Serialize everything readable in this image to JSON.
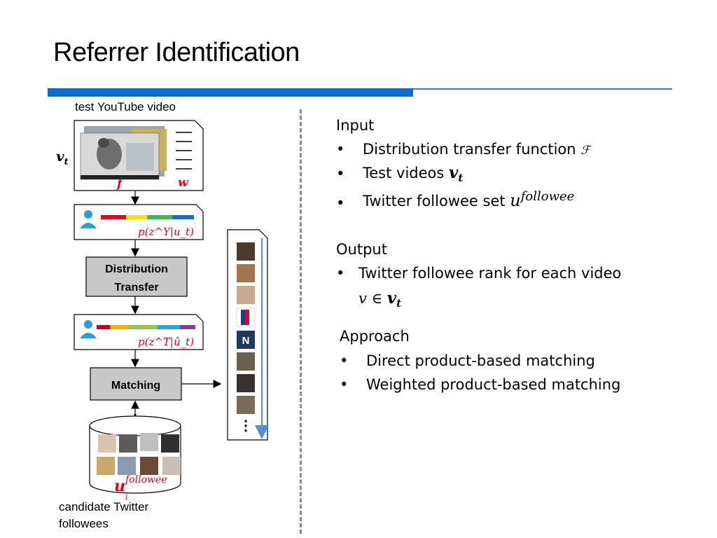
{
  "title": "Referrer Identification",
  "diagram": {
    "video_caption": "test YouTube video",
    "vt_label": "v",
    "vt_sub": "t",
    "f_label": "f",
    "w_label": "w",
    "dist_y_label": "p(z^Y|u_t)",
    "dist_t_label": "p(z^T|û_t)",
    "distribution_transfer": [
      "Distribution",
      "Transfer"
    ],
    "matching": "Matching",
    "followee_label": "u",
    "followee_sup": "followee",
    "followee_sub": "i",
    "candidate_caption": [
      "candidate Twitter",
      "followees"
    ],
    "rank_ellipsis": "⋮",
    "colors": {
      "accent_blue": "#0a6ed1",
      "label_red": "#e8001c",
      "box_gray": "#c8c8c8",
      "rank_arrow": "#4f8fd8"
    }
  },
  "input": {
    "heading": "Input",
    "items": [
      {
        "text": "Distribution transfer function",
        "math": "ℱ"
      },
      {
        "text": "Test videos",
        "math": "v",
        "sub": "t"
      },
      {
        "text": "Twitter followee set",
        "math": "u",
        "sup": "followee"
      }
    ]
  },
  "output": {
    "heading": "Output",
    "item": "Twitter followee rank for each video",
    "item_math": "v ∈ ",
    "item_math_bold": "v",
    "item_math_sub": "t"
  },
  "approach": {
    "heading": "Approach",
    "items": [
      "Direct product-based matching",
      "Weighted product-based matching"
    ]
  }
}
